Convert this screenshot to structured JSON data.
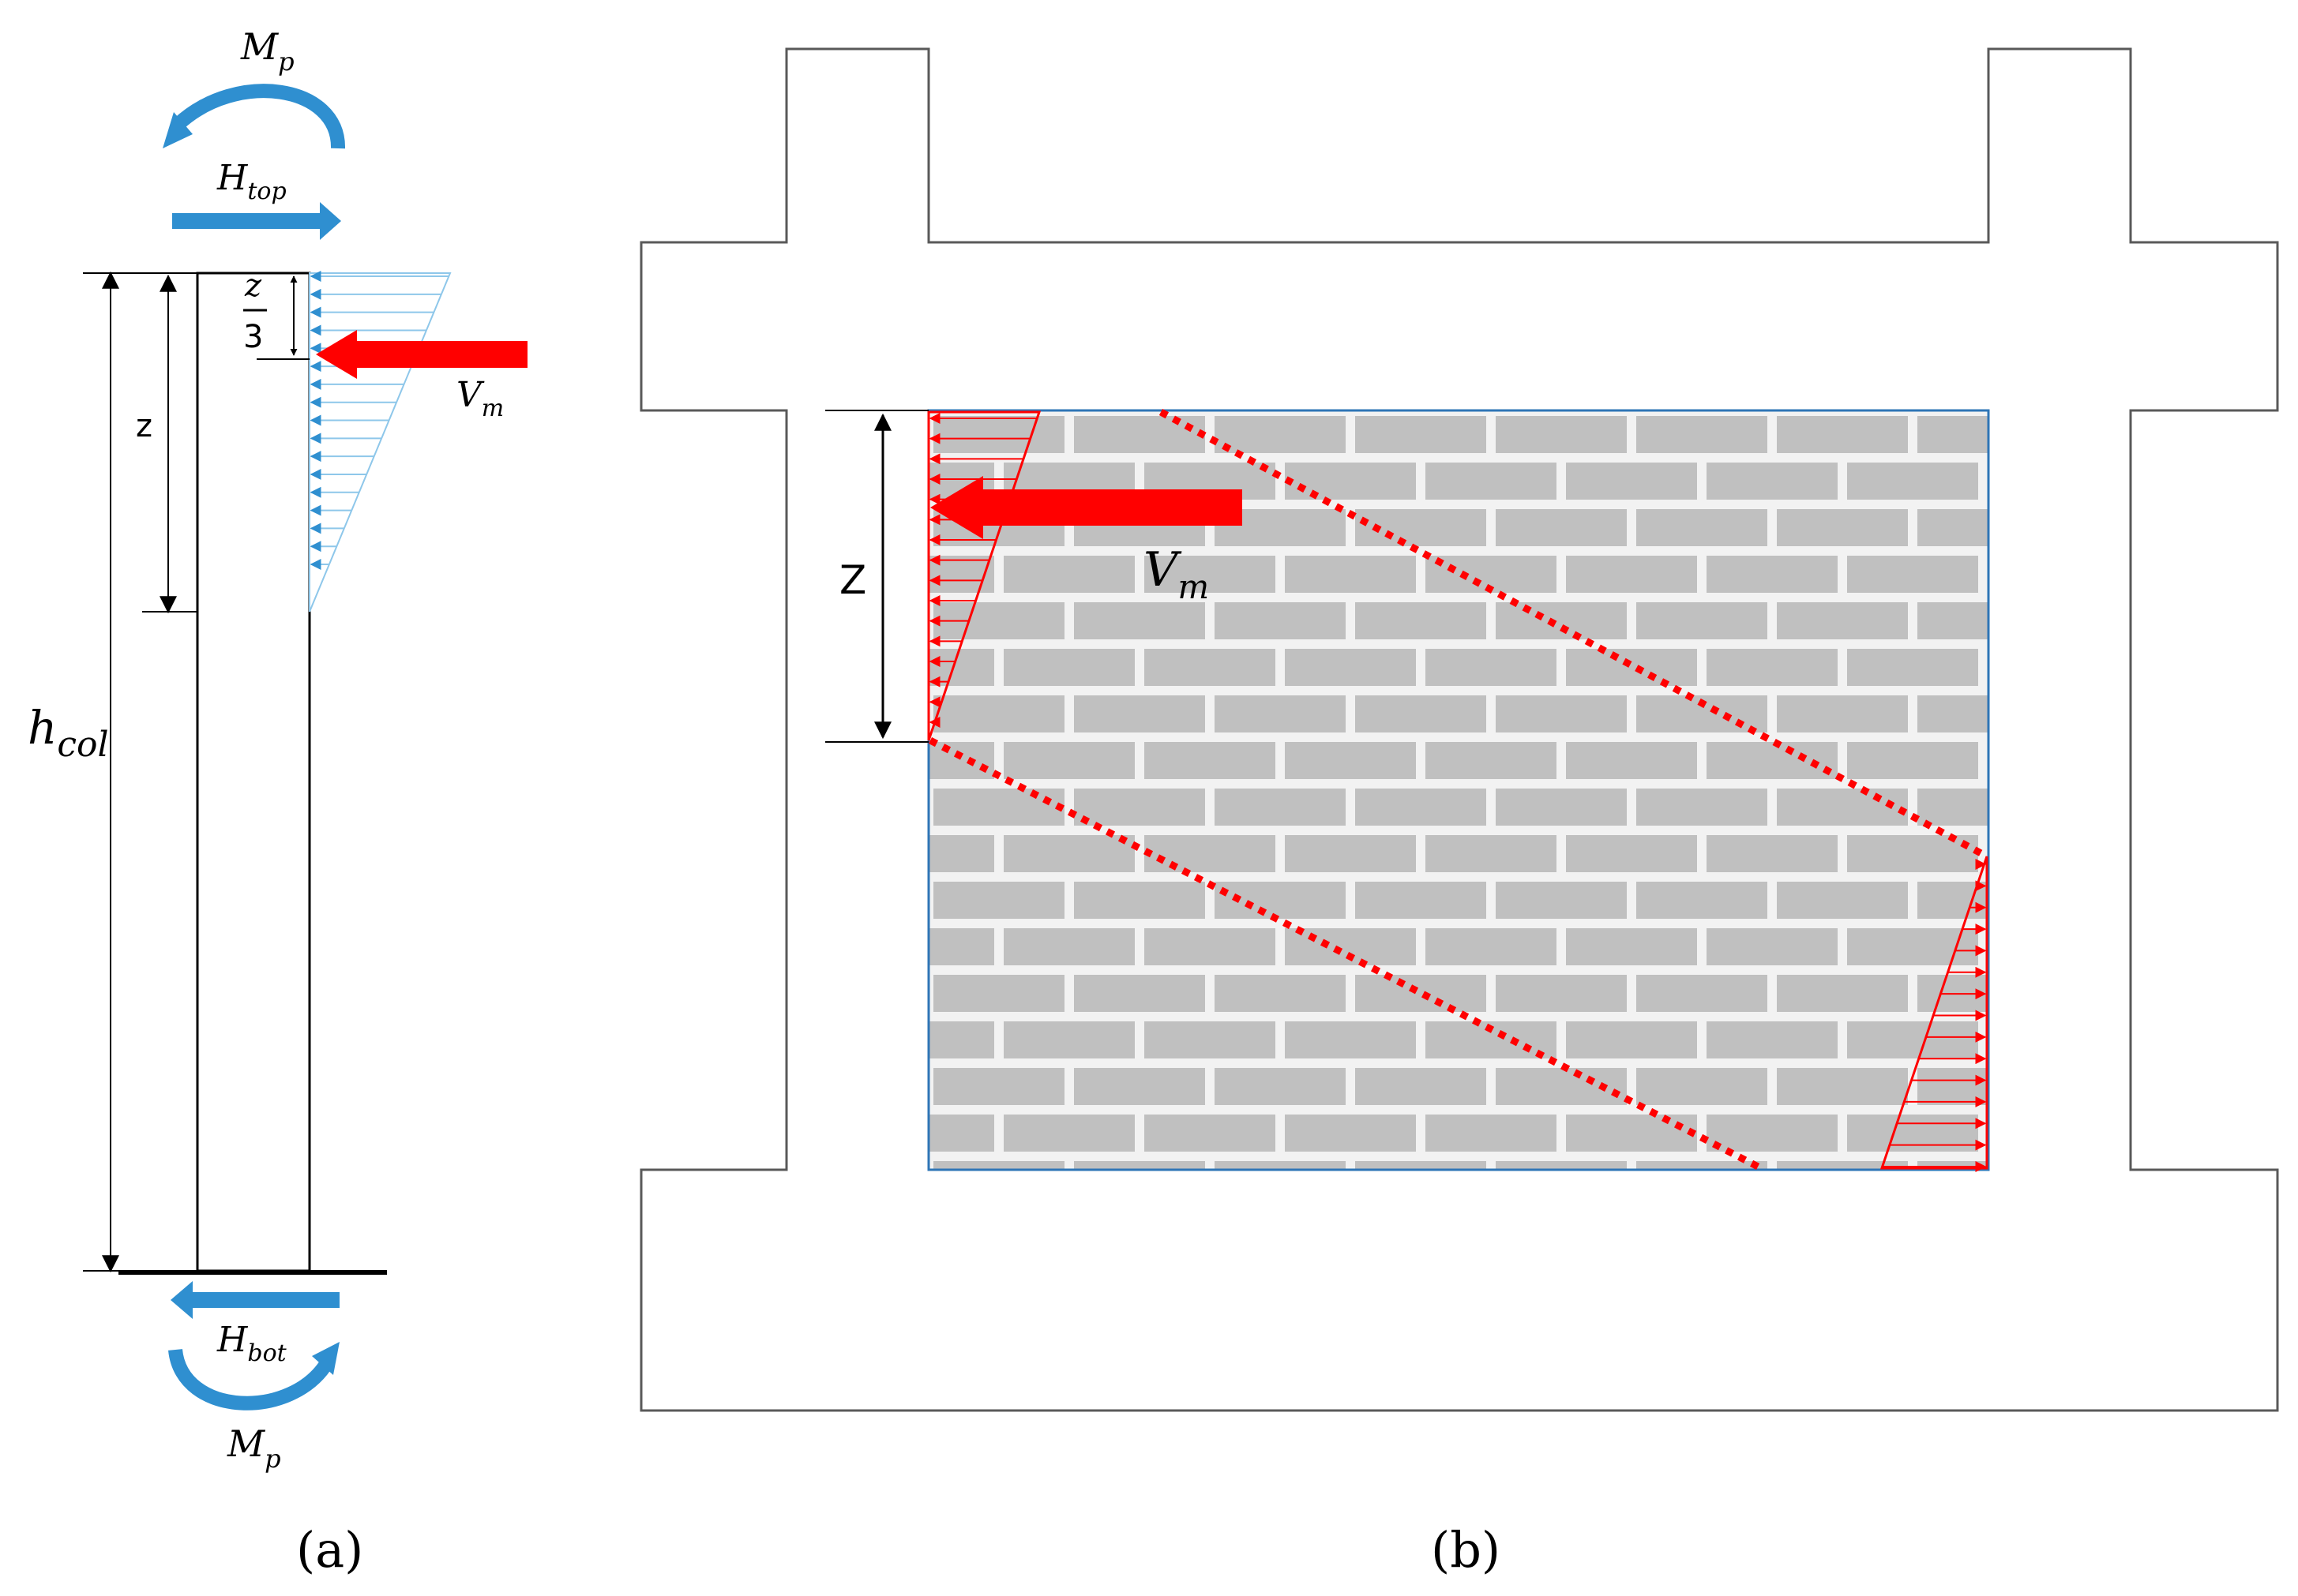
{
  "panel_a": {
    "caption": "(a)",
    "moment_top": {
      "main": "M",
      "sub": "p"
    },
    "moment_bottom": {
      "main": "M",
      "sub": "p"
    },
    "shear_top": {
      "main": "H",
      "sub": "top"
    },
    "shear_bottom": {
      "main": "H",
      "sub": "bot"
    },
    "height": {
      "main": "h",
      "sub": "col"
    },
    "z_label": "z",
    "z3_numerator": "z",
    "z3_denominator": "3",
    "resultant": {
      "main": "V",
      "sub": "m"
    }
  },
  "panel_b": {
    "caption": "(b)",
    "z_label": "Z",
    "resultant": {
      "main": "V",
      "sub": "m"
    }
  },
  "colors": {
    "resultant_arrow": "#ff0000",
    "load_arrow_blue": "#2f8fd0",
    "triangle_outline_blue": "#8ec7ea",
    "brick_fill": "#c0c0c0",
    "mortar": "#f2f2f2",
    "frame_outline": "#595959",
    "infill_border": "#2e75b6",
    "crack_line": "#ff0000"
  }
}
